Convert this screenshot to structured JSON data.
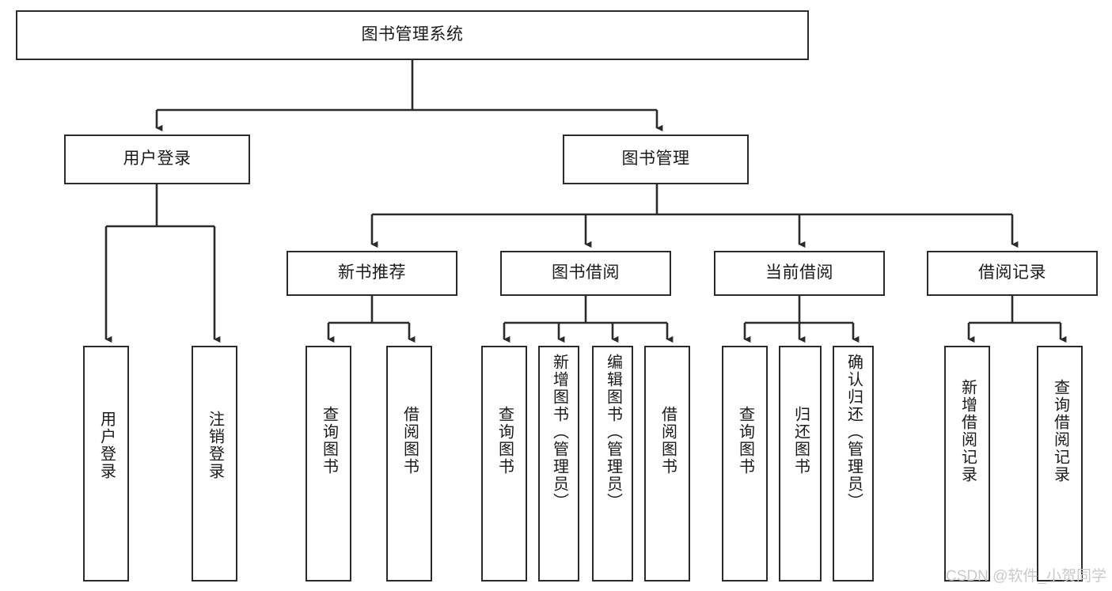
{
  "diagram": {
    "title": "图书管理系统",
    "type": "hierarchy-tree",
    "orientation": "top-down",
    "colors": {
      "node_border": "#2b2b2b",
      "node_fill": "#ffffff",
      "edge": "#2b2b2b",
      "text": "#1a1a1a",
      "watermark": "#c9c9c9",
      "background": "#ffffff"
    },
    "watermark": "CSDN @软件_小贺同学",
    "nodes": {
      "root": {
        "label": "图书管理系统"
      },
      "level1": [
        {
          "id": "user-login",
          "label": "用户登录"
        },
        {
          "id": "book-manage",
          "label": "图书管理"
        }
      ],
      "level2": [
        {
          "id": "new-book-recommend",
          "label": "新书推荐",
          "parent": "book-manage"
        },
        {
          "id": "book-borrow",
          "label": "图书借阅",
          "parent": "book-manage"
        },
        {
          "id": "current-borrow",
          "label": "当前借阅",
          "parent": "book-manage"
        },
        {
          "id": "borrow-record",
          "label": "借阅记录",
          "parent": "book-manage"
        }
      ],
      "leaves": [
        {
          "id": "leaf-user-login",
          "label": "用户登录",
          "parent": "user-login"
        },
        {
          "id": "leaf-user-logout",
          "label": "注销登录",
          "parent": "user-login"
        },
        {
          "id": "leaf-query-book-1",
          "label": "查询图书",
          "parent": "new-book-recommend"
        },
        {
          "id": "leaf-borrow-book-1",
          "label": "借阅图书",
          "parent": "new-book-recommend"
        },
        {
          "id": "leaf-query-book-2",
          "label": "查询图书",
          "parent": "book-borrow"
        },
        {
          "id": "leaf-add-book",
          "label": "新增图书（管理员）",
          "parent": "book-borrow"
        },
        {
          "id": "leaf-edit-book",
          "label": "编辑图书（管理员）",
          "parent": "book-borrow"
        },
        {
          "id": "leaf-borrow-book-2",
          "label": "借阅图书",
          "parent": "book-borrow"
        },
        {
          "id": "leaf-query-book-3",
          "label": "查询图书",
          "parent": "current-borrow"
        },
        {
          "id": "leaf-return-book",
          "label": "归还图书",
          "parent": "current-borrow"
        },
        {
          "id": "leaf-confirm-return",
          "label": "确认归还（管理员）",
          "parent": "current-borrow"
        },
        {
          "id": "leaf-add-record",
          "label": "新增借阅记录",
          "parent": "borrow-record"
        },
        {
          "id": "leaf-query-record",
          "label": "查询借阅记录",
          "parent": "borrow-record"
        }
      ]
    }
  }
}
